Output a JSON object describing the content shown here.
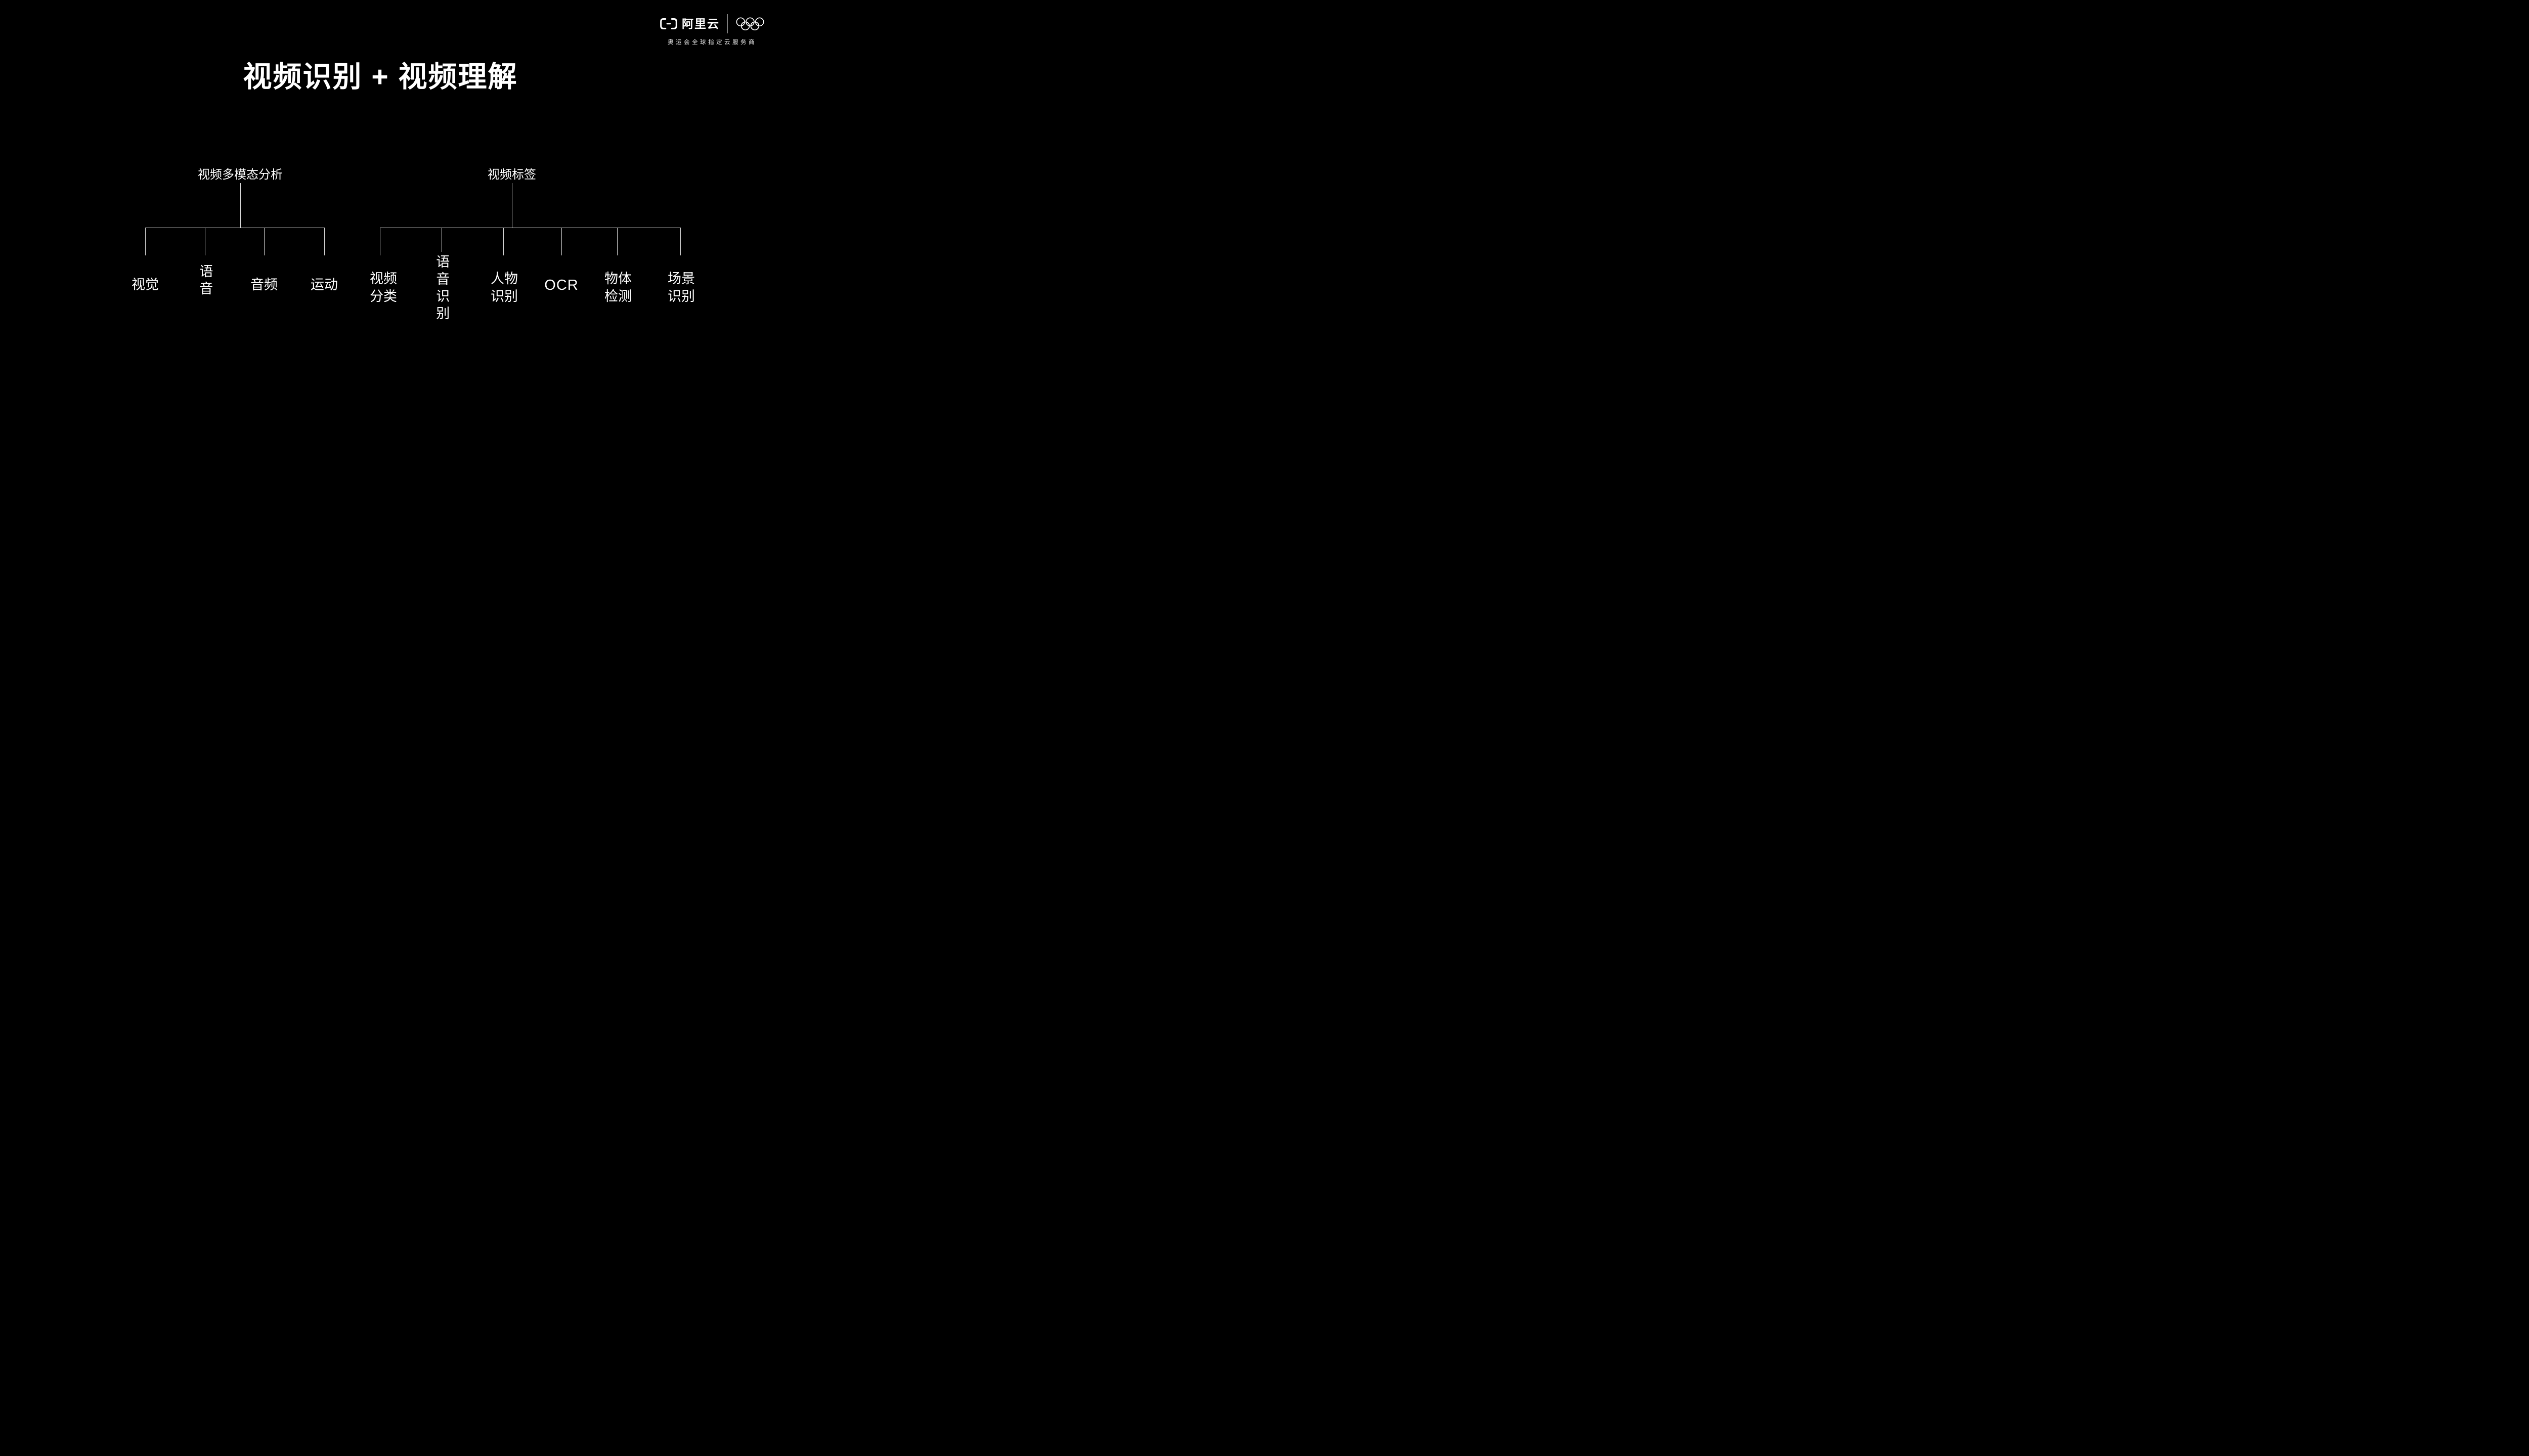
{
  "colors": {
    "background": "#000000",
    "text": "#ffffff",
    "connector_line": "#d9d9d9"
  },
  "title": "视频识别 + 视频理解",
  "logo": {
    "brand": "阿里云",
    "tagline": "奥运会全球指定云服务商",
    "icons": [
      "alibaba-cloud-bracket-icon",
      "olympic-rings-icon"
    ]
  },
  "trees": [
    {
      "root": "视频多模态分析",
      "children": [
        {
          "label": "视觉"
        },
        {
          "label": "语音"
        },
        {
          "label": "音频"
        },
        {
          "label": "运动"
        }
      ]
    },
    {
      "root": "视频标签",
      "children": [
        {
          "label": "视频分类"
        },
        {
          "label": "语音识别"
        },
        {
          "label": "人物识别"
        },
        {
          "label": "OCR"
        },
        {
          "label": "物体检测"
        },
        {
          "label": "场景识别"
        }
      ]
    }
  ]
}
